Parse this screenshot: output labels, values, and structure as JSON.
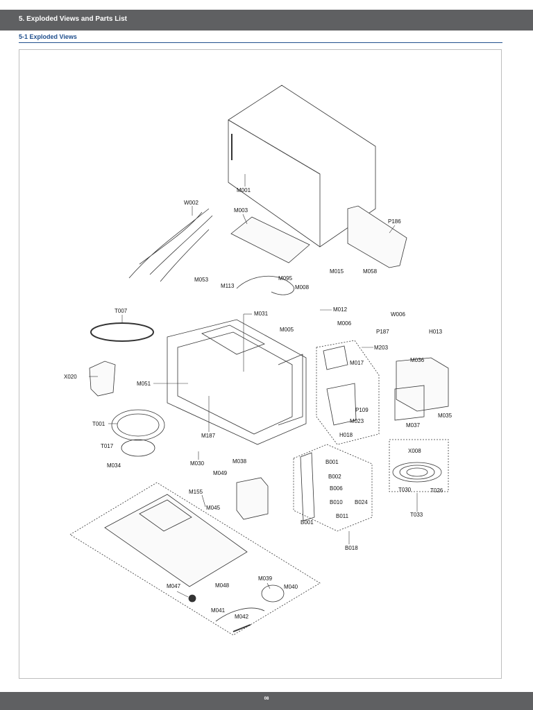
{
  "header": {
    "title": "5. Exploded Views and Parts List"
  },
  "section": {
    "title": "5-1 Exploded Views"
  },
  "parts": [
    "M001",
    "W002",
    "M003",
    "P186",
    "M015",
    "M058",
    "M053",
    "M113",
    "M095",
    "M008",
    "T007",
    "M031",
    "M012",
    "M005",
    "M006",
    "W006",
    "P187",
    "H013",
    "M203",
    "X020",
    "M017",
    "M036",
    "M051",
    "P109",
    "M023",
    "M035",
    "M037",
    "T001",
    "M187",
    "H018",
    "T017",
    "X008",
    "B001",
    "B002",
    "M030",
    "M049",
    "M038",
    "T030",
    "T026",
    "M034",
    "B006",
    "M155",
    "M045",
    "B010",
    "B024",
    "T033",
    "B011",
    "B001",
    "B018",
    "M039",
    "M040",
    "M047",
    "M048",
    "M041",
    "M042"
  ],
  "footer": {
    "page_number": "08"
  }
}
